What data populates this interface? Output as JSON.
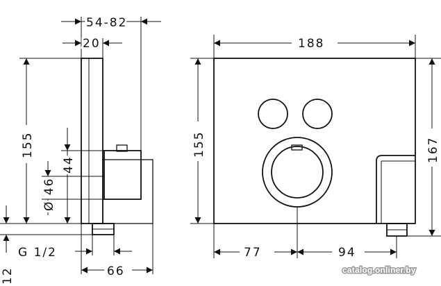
{
  "side_view": {
    "depth_range_label": "54-82",
    "wall_depth_label": "20",
    "height_label": "155",
    "port_offset_label": "44",
    "diameter_label": "Ø 46",
    "bottom_left_label": "12",
    "thread_label": "G 1/2",
    "projection_label": "66"
  },
  "front_view": {
    "width_label": "188",
    "plate_height_label": "155",
    "total_height_label": "167",
    "left_offset_label": "77",
    "right_offset_label": "94"
  },
  "watermark": "catalog.onliner.by"
}
